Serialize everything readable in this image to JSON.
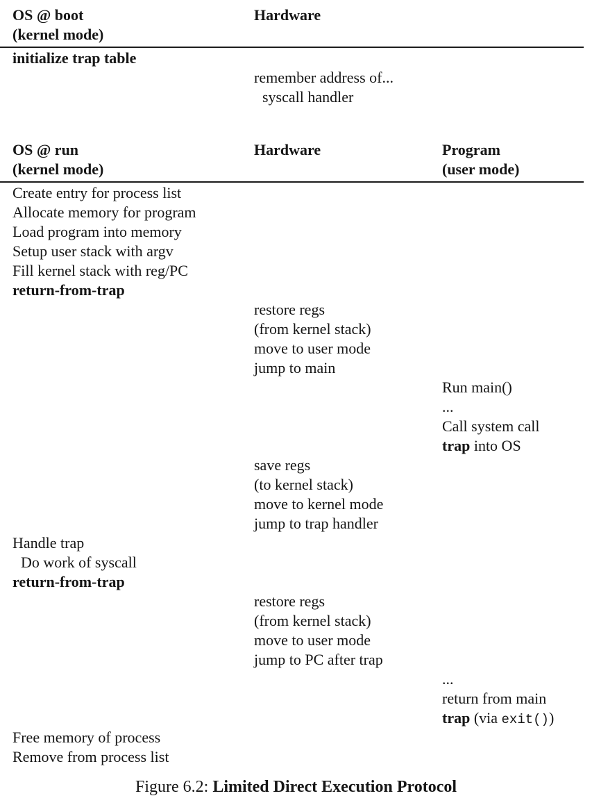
{
  "colors": {
    "background": "#ffffff",
    "text": "#161616",
    "rule": "#1c1c1c"
  },
  "boot_table": {
    "os_header": [
      "OS @ boot",
      "(kernel mode)"
    ],
    "hw_header": "Hardware",
    "os_step_lines": [
      "initialize trap table"
    ],
    "hw_step_lines": [
      "remember address of...",
      "syscall handler"
    ]
  },
  "run_table": {
    "os_header": [
      "OS @ run",
      "(kernel mode)"
    ],
    "hw_header": "Hardware",
    "prog_header": [
      "Program",
      "(user mode)"
    ],
    "steps": {
      "os_setup": [
        "Create entry for process list",
        "Allocate memory for program",
        "Load program into memory",
        "Setup user stack with argv",
        "Fill kernel stack with reg/PC",
        "return-from-trap"
      ],
      "hw_restore_to_main": [
        "restore regs",
        "(from kernel stack)",
        "move to user mode",
        "jump to main"
      ],
      "prog_run": {
        "l1": "Run main()",
        "l2": "...",
        "l3": "Call system call",
        "l4_bold": "trap",
        "l4_rest": " into OS"
      },
      "hw_save": [
        "save regs",
        "(to kernel stack)",
        "move to kernel mode",
        "jump to trap handler"
      ],
      "os_handle": [
        "Handle trap",
        "Do work of syscall",
        "return-from-trap"
      ],
      "hw_restore_after_trap": [
        "restore regs",
        "(from kernel stack)",
        "move to user mode",
        "jump to PC after trap"
      ],
      "prog_return": {
        "l1": "...",
        "l2": "return from main",
        "l3_bold": "trap",
        "l3_mid": " (via ",
        "l3_code": "exit()",
        "l3_end": ")"
      },
      "os_cleanup": [
        "Free memory of process",
        "Remove from process list"
      ]
    }
  },
  "caption": {
    "label": "Figure 6.2:",
    "title": "Limited Direct Execution Protocol"
  }
}
